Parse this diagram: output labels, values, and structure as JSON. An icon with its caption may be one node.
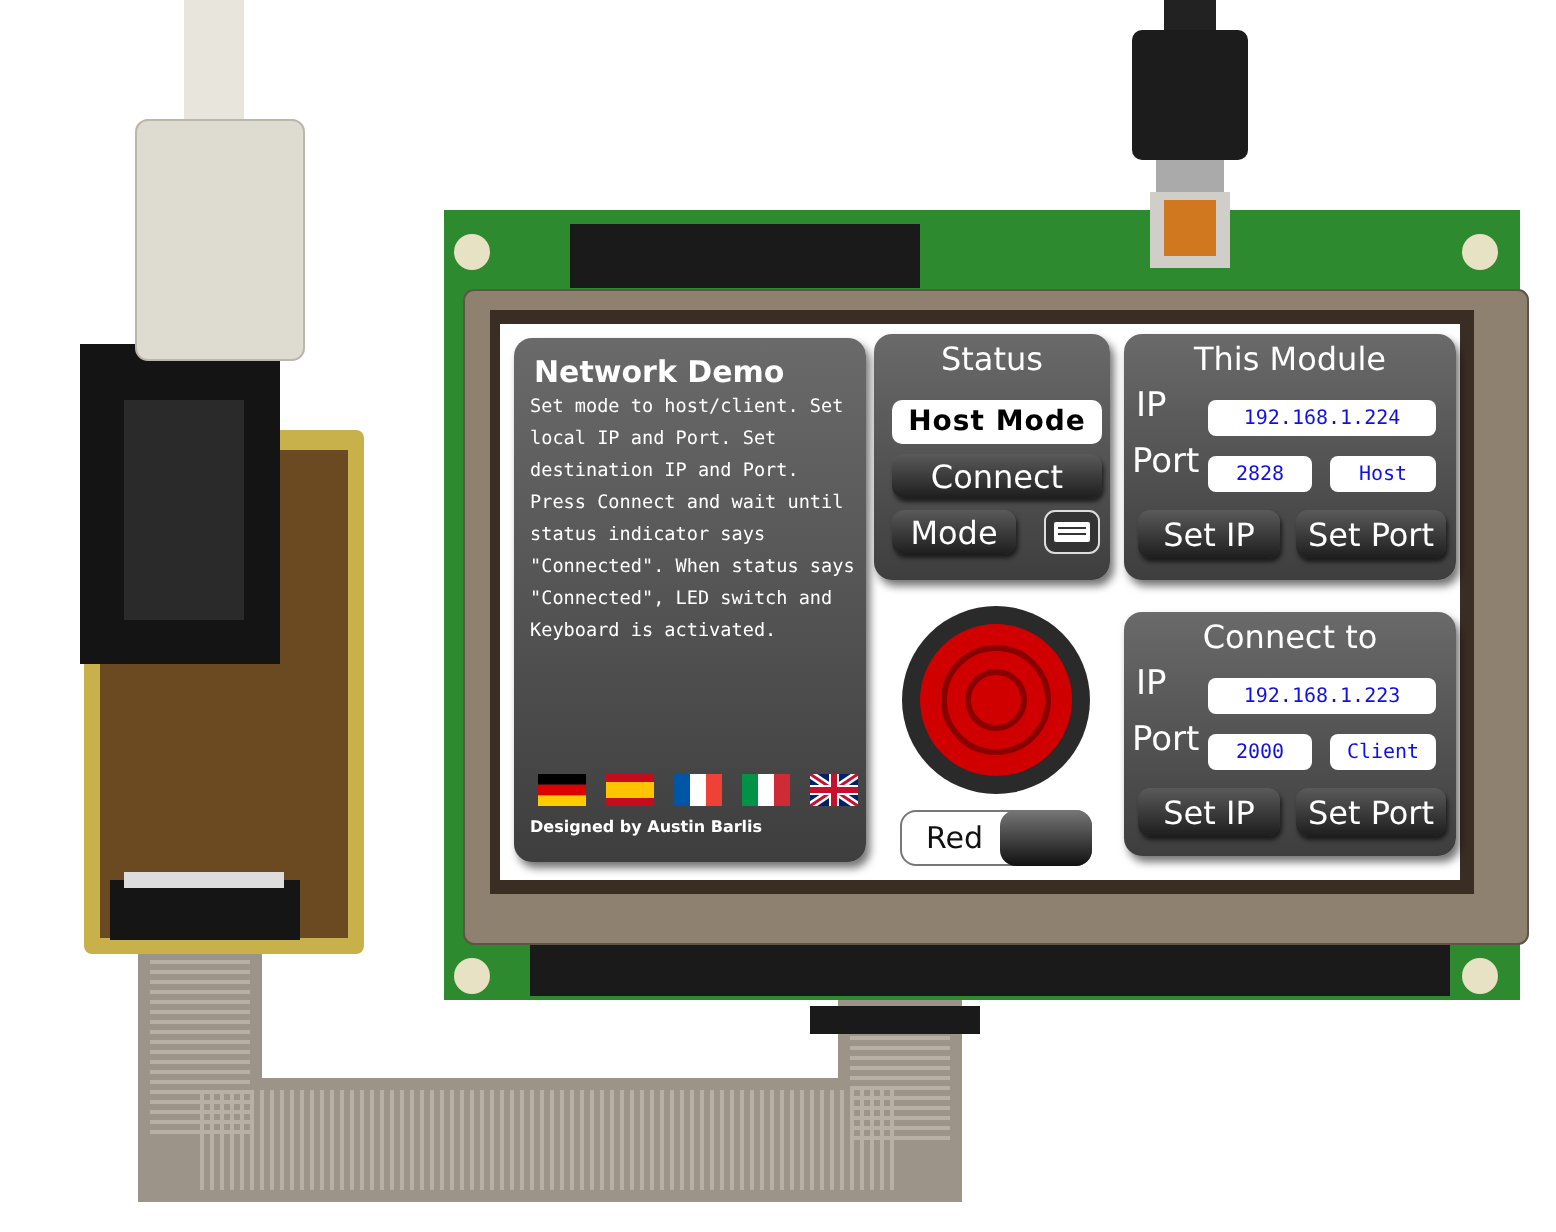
{
  "diagram": {
    "nodes": [
      {
        "text": [
          "Network Demo",
          "Set mode to host/client. Set local IP and Port. Set destination IP and Port. Press Connect and wait until status indicator says \"Connected\". When status says \"Connected\", LED switch and Keyboard is activated.",
          "Designed by Austin Barlis"
        ]
      },
      {
        "text": [
          "Status"
        ]
      },
      {
        "text": [
          "Host Mode"
        ],
        "in": 1
      },
      {
        "text": [
          "Connect"
        ],
        "in": 1
      },
      {
        "text": [
          "Mode"
        ],
        "in": 1
      },
      {
        "text": [
          "This Module"
        ]
      },
      {
        "text": [
          "192.168.1.224"
        ],
        "in": 5
      },
      {
        "text": [
          "2828"
        ],
        "in": 5
      },
      {
        "text": [
          "Host"
        ],
        "in": 5
      },
      {
        "text": [
          "Set IP"
        ],
        "in": 5
      },
      {
        "text": [
          "Set Port"
        ],
        "in": 5
      },
      {
        "text": [
          "Red"
        ]
      },
      {
        "text": [
          "Connect to"
        ]
      },
      {
        "text": [
          "192.168.1.223"
        ],
        "in": 12
      },
      {
        "text": [
          "2000"
        ],
        "in": 12
      },
      {
        "text": [
          "Client"
        ],
        "in": 12
      },
      {
        "text": [
          "Set IP"
        ],
        "in": 12
      },
      {
        "text": [
          "Set Port"
        ],
        "in": 12
      }
    ],
    "labels": [
      "IP",
      "Port",
      "IP",
      "Port"
    ]
  }
}
